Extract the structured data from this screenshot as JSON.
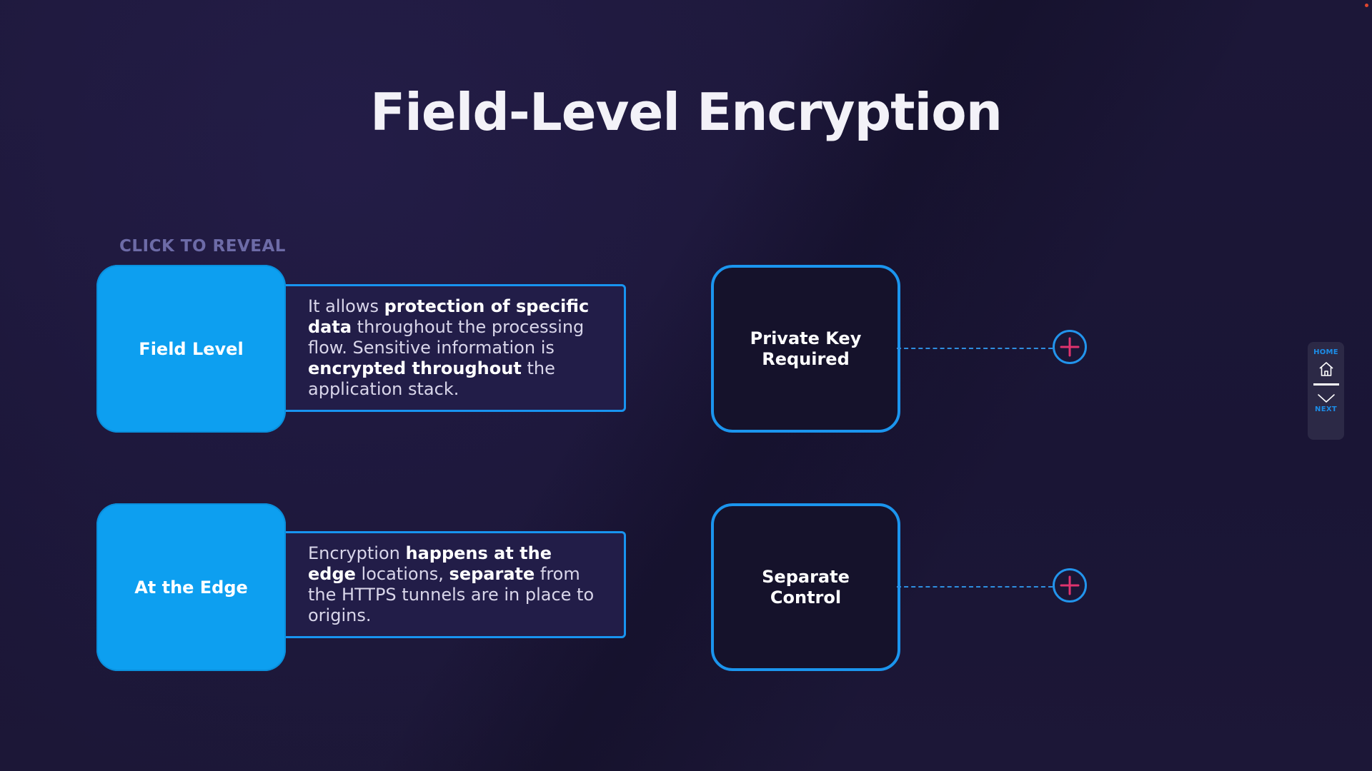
{
  "title": "Field-Level Encryption",
  "reveal_label": "CLICK TO REVEAL",
  "rows": [
    {
      "card_label": "Field Level",
      "description": [
        {
          "text": "It allows ",
          "bold": false
        },
        {
          "text": "protection of specific data",
          "bold": true
        },
        {
          "text": " throughout the processing flow. Sensitive information is ",
          "bold": false
        },
        {
          "text": "encrypted throughout",
          "bold": true
        },
        {
          "text": " the application stack.",
          "bold": false
        }
      ],
      "detail_label": "Private Key Required"
    },
    {
      "card_label": "At the Edge",
      "description": [
        {
          "text": "Encryption ",
          "bold": false
        },
        {
          "text": "happens at the edge",
          "bold": true
        },
        {
          "text": " locations, ",
          "bold": false
        },
        {
          "text": "separate",
          "bold": true
        },
        {
          "text": " from the HTTPS tunnels are in place to origins.",
          "bold": false
        }
      ],
      "detail_label": "Separate Control"
    }
  ],
  "nav": {
    "home_label": "HOME",
    "next_label": "NEXT"
  },
  "icons": {
    "plus": "plus-icon",
    "home": "home-icon",
    "next": "chevron-down-icon"
  },
  "colors": {
    "background": "#1b1638",
    "accent_blue": "#0d9ff0",
    "plus_pink": "#e0336e",
    "reveal_label": "#6d6ba7"
  }
}
